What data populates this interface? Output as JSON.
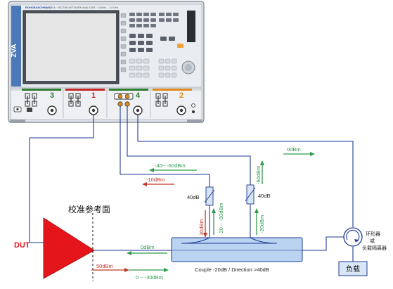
{
  "instrument": {
    "brand": "ROHDE&SCHWARZ",
    "header_text": "ZVA · VECTOR NETWORK ANALYZER · 10 MHz ... 24 GHz",
    "side_label": "ZVA",
    "port_numbers": [
      "3",
      "1",
      "4",
      "2"
    ],
    "port_colors": [
      "#2e7d32",
      "#c62828",
      "#2e7d32",
      "#e08a1e"
    ]
  },
  "labels": {
    "ref_plane": "校准参考面",
    "dut": "DUT",
    "coupler": "Couple -20dB / Direction >40dB",
    "circulator": [
      "环形器",
      "或",
      "负载隔离器"
    ],
    "load": "负载",
    "atten_left": "40dB",
    "atten_right": "40dB"
  },
  "levels": {
    "top_0dbm": "0dBm",
    "left_40_60": "-40~ -60dBm",
    "left_10": "-10dBm",
    "right_60": "-60dBm",
    "vert_30": "30dBm",
    "vert_20_50": "-20 ~ -50dBm",
    "vert_20": "-20dBm",
    "mid_0dbm": "0dBm",
    "dut_50": "50dBm",
    "dut_0_30": "0 ~ -30dBm"
  },
  "colors": {
    "wire": "#1f3a93",
    "green_arrow": "#2e9a4e",
    "red_arrow": "#c0392b",
    "dut_red": "#e4161b",
    "coupler_blue": "#b9d3f0",
    "load_fill": "#d8e6f5"
  }
}
